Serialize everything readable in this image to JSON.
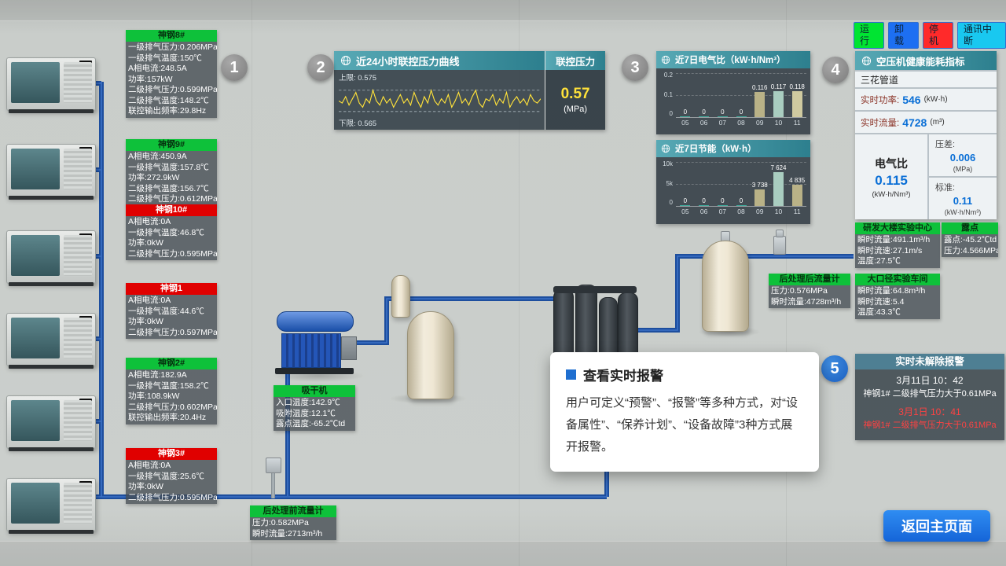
{
  "colors": {
    "accent_blue": "#1f6fd0",
    "pipe_blue": "#1d4e9e",
    "status_green": "#0ec13a",
    "status_red": "#e00000",
    "value_blue": "#0a6fd6",
    "line_yellow": "#ffe23a"
  },
  "legend": {
    "items": [
      {
        "label": "运行",
        "color": "#00e432"
      },
      {
        "label": "卸载",
        "color": "#1d6ff2"
      },
      {
        "label": "停机",
        "color": "#ff2a2a"
      },
      {
        "label": "通讯中断",
        "color": "#19c8f0"
      }
    ]
  },
  "steps": [
    "1",
    "2",
    "3",
    "4",
    "5"
  ],
  "compressors": [
    {
      "name": "神钢8#",
      "header_bg": "#0ec13a",
      "header_fg": "#06320f",
      "lines": [
        "一级排气压力:0.206MPa",
        "一级排气温度:150℃",
        "A相电流:248.5A",
        "功率:157kW",
        "二级排气压力:0.599MPa",
        "二级排气温度:148.2℃",
        "联控输出频率:29.8Hz"
      ]
    },
    {
      "name": "神钢9#",
      "header_bg": "#0ec13a",
      "header_fg": "#06320f",
      "lines": [
        "A相电流:450.9A",
        "一级排气温度:157.8℃",
        "功率:272.9kW",
        "二级排气温度:156.7℃",
        "二级排气压力:0.612MPa"
      ]
    },
    {
      "name": "神钢10#",
      "header_bg": "#e00000",
      "header_fg": "#ffffff",
      "lines": [
        "A相电流:0A",
        "一级排气温度:46.8℃",
        "功率:0kW",
        "二级排气压力:0.595MPa"
      ]
    },
    {
      "name": "神钢1",
      "header_bg": "#e00000",
      "header_fg": "#ffffff",
      "lines": [
        "A相电流:0A",
        "一级排气温度:44.6℃",
        "功率:0kW",
        "二级排气压力:0.597MPa"
      ]
    },
    {
      "name": "神钢2#",
      "header_bg": "#0ec13a",
      "header_fg": "#06320f",
      "lines": [
        "A相电流:182.9A",
        "一级排气温度:158.2℃",
        "功率:108.9kW",
        "二级排气压力:0.602MPa",
        "联控输出频率:20.4Hz"
      ]
    },
    {
      "name": "神钢3#",
      "header_bg": "#e00000",
      "header_fg": "#ffffff",
      "lines": [
        "A相电流:0A",
        "一级排气温度:25.6℃",
        "功率:0kW",
        "二级排气压力:0.595MPa"
      ]
    }
  ],
  "chart_data": [
    {
      "type": "line",
      "title": "近24小时联控压力曲线",
      "legend_label": "联控压力",
      "value": "0.57",
      "unit": "(MPa)",
      "upper_label": "上限: 0.575",
      "lower_label": "下限: 0.565",
      "upper": 0.575,
      "lower": 0.565,
      "ylim": [
        0.562,
        0.579
      ],
      "values": [
        0.57,
        0.569,
        0.572,
        0.568,
        0.571,
        0.574,
        0.569,
        0.567,
        0.571,
        0.569,
        0.575,
        0.57,
        0.568,
        0.572,
        0.569,
        0.571,
        0.567,
        0.57,
        0.573,
        0.569,
        0.571,
        0.568,
        0.574,
        0.57,
        0.567,
        0.572,
        0.569,
        0.575,
        0.57,
        0.568,
        0.571,
        0.569,
        0.573,
        0.567,
        0.57,
        0.574,
        0.569,
        0.571,
        0.568,
        0.572,
        0.575,
        0.569,
        0.567,
        0.571,
        0.57,
        0.573,
        0.568,
        0.571,
        0.569,
        0.574,
        0.567,
        0.57,
        0.572,
        0.569,
        0.571,
        0.568,
        0.573,
        0.57,
        0.569,
        0.571
      ]
    },
    {
      "type": "bar",
      "title": "近7日电气比（kW·h/Nm³）",
      "categories": [
        "05",
        "06",
        "07",
        "08",
        "09",
        "10",
        "11"
      ],
      "values": [
        0,
        0,
        0,
        0,
        0.116,
        0.117,
        0.118
      ],
      "labels": [
        "0",
        "0",
        "0",
        "0",
        "0.116",
        "0.117",
        "0.118"
      ],
      "ylim": [
        0,
        0.2
      ],
      "yticks": [
        "0.2",
        "0.1",
        "0"
      ],
      "colors": [
        "#3fae9e",
        "#3fae9e",
        "#3fae9e",
        "#3fae9e",
        "#b9b287",
        "#a9cdc0",
        "#cfcaa0"
      ]
    },
    {
      "type": "bar",
      "title": "近7日节能（kW·h）",
      "categories": [
        "05",
        "06",
        "07",
        "08",
        "09",
        "10",
        "11"
      ],
      "values": [
        0,
        0,
        0,
        0,
        3738,
        7624,
        4835
      ],
      "labels": [
        "0",
        "0",
        "0",
        "0",
        "3 738",
        "7 624",
        "4 835"
      ],
      "ylim": [
        0,
        10000
      ],
      "yticks": [
        "10k",
        "5k",
        "0"
      ],
      "colors": [
        "#3fae9e",
        "#3fae9e",
        "#3fae9e",
        "#3fae9e",
        "#b9b287",
        "#a9cdc0",
        "#b9b287"
      ]
    }
  ],
  "health": {
    "title": "空压机健康能耗指标",
    "pipeline": "三花管道",
    "power_label": "实时功率:",
    "power_value": "546",
    "power_unit": "(kW·h)",
    "flow_label": "实时流量:",
    "flow_value": "4728",
    "flow_unit": "(m³)",
    "ratio_label": "电气比",
    "ratio_value": "0.115",
    "ratio_unit": "(kW·h/Nm³)",
    "dp_label": "压差:",
    "dp_value": "0.006",
    "dp_unit": "(MPa)",
    "std_label": "标准:",
    "std_value": "0.11",
    "std_unit": "(kW·h/Nm³)"
  },
  "stations": [
    {
      "name": "研发大楼实验中心",
      "lines": [
        "瞬时流量:491.1m³/h",
        "瞬时流速:27.1m/s",
        "温度:27.5℃"
      ]
    },
    {
      "name": "露点",
      "lines": [
        "露点:-45.2℃td",
        "压力:4.566MPa"
      ]
    },
    {
      "name": "大口径实验车间",
      "lines": [
        "瞬时流量:64.8m³/h",
        "瞬时流速:5.4",
        "温度:43.3℃"
      ]
    },
    {
      "name": "后处理后流量计",
      "lines": [
        "压力:0.576MPa",
        "瞬时流量:4728m³/h"
      ]
    },
    {
      "name": "吸干机",
      "lines": [
        "入口温度:142.9℃",
        "吸附温度:12.1℃",
        "露点温度:-65.2℃td"
      ]
    },
    {
      "name": "后处理前流量计",
      "lines": [
        "压力:0.582MPa",
        "瞬时流量:2713m³/h"
      ]
    }
  ],
  "alarm": {
    "title": "实时未解除报警",
    "entries": [
      {
        "time": "3月11日 10：42",
        "msg": "神钢1# 二级排气压力大于0.61MPa",
        "color": "#ffffff"
      },
      {
        "time": "3月1日 10：41",
        "msg": "神钢1# 二级排气压力大于0.61MPa",
        "color": "#ff4242"
      }
    ]
  },
  "tooltip": {
    "title": "查看实时报警",
    "body": "用户可定义“预警”、“报警”等多种方式，对“设备属性”、“保养计划”、“设备故障”3种方式展开报警。"
  },
  "return_button": "返回主页面"
}
